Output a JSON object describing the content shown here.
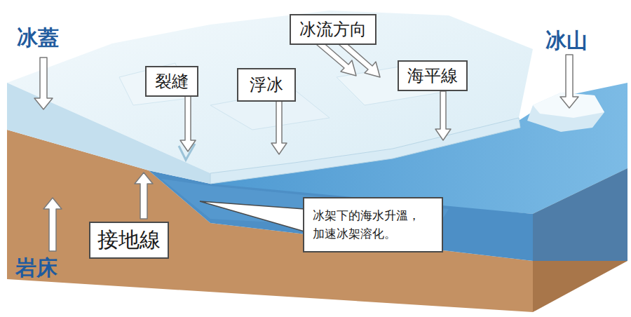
{
  "diagram": {
    "nodes": [
      {
        "text": [
          "冰流方向"
        ]
      },
      {
        "text": [
          "裂縫"
        ]
      },
      {
        "text": [
          "浮冰"
        ]
      },
      {
        "text": [
          "海平線"
        ]
      },
      {
        "text": [
          "接地線"
        ]
      },
      {
        "text": [
          "冰架下的海水升溫， 加速冰架溶化。"
        ]
      }
    ],
    "labels": [
      "冰蓋",
      "冰山",
      "岩床"
    ]
  }
}
